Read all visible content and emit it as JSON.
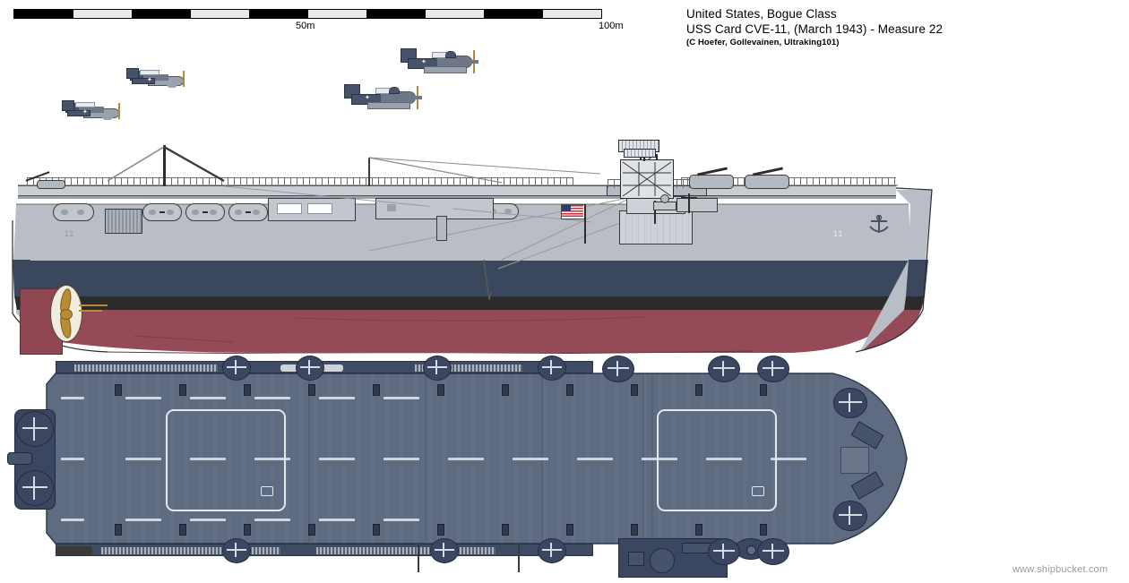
{
  "document": {
    "kind": "shipbucket-profile-drawing",
    "watermark": "www.shipbucket.com"
  },
  "scale": {
    "unit_label_mid": "50m",
    "unit_label_end": "100m",
    "segments": 10,
    "bar_colors": {
      "filled": "#000000",
      "empty": "#e9e9e9"
    }
  },
  "title": {
    "line1": "United States, Bogue Class",
    "line2": "USS Card CVE-11, (March 1943) - Measure 22",
    "credits": "(C Hoefer, Gollevainen, Ultraking101)"
  },
  "ship": {
    "navy": "United States",
    "ship_class": "Bogue Class",
    "name": "USS Card",
    "hull_number": "CVE-11",
    "hull_number_marking": "11",
    "date": "March 1943",
    "camouflage": "Measure 22"
  },
  "colors": {
    "superstructure_grey": "#cdd2d8",
    "hull_upper_grey": "#b9bec6",
    "hull_navy_blue": "#3b475c",
    "boot_topping": "#2b2b2b",
    "anti_fouling_red": "#944a57",
    "flight_deck_blue": "#5f6b80",
    "deck_marking_white": "#cfd6e0",
    "propeller_bronze": "#b98b33",
    "outline": "#2d2d2d",
    "watermark_grey": "#9a9a9a"
  },
  "views": {
    "side": {
      "label": "starboard profile"
    },
    "plan": {
      "label": "plan view from above"
    }
  },
  "aircraft": [
    {
      "type": "fighter",
      "position": "lower-left"
    },
    {
      "type": "fighter",
      "position": "upper-left"
    },
    {
      "type": "torpedo-bomber",
      "position": "lower-mid"
    },
    {
      "type": "torpedo-bomber",
      "position": "upper-mid"
    }
  ],
  "markings": {
    "ensign": "united-states-flag",
    "anchor": "bow-anchor",
    "hull_number_side": "11"
  }
}
